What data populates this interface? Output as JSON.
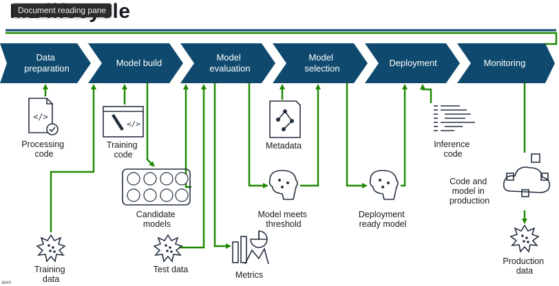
{
  "tooltip": "Document reading pane",
  "title": "ML lifecycle",
  "stages": [
    {
      "line1": "Data",
      "line2": "preparation"
    },
    {
      "line1": "Model build",
      "line2": ""
    },
    {
      "line1": "Model",
      "line2": "evaluation"
    },
    {
      "line1": "Model",
      "line2": "selection"
    },
    {
      "line1": "Deployment",
      "line2": ""
    },
    {
      "line1": "Monitoring",
      "line2": ""
    }
  ],
  "labels": {
    "processing_code": [
      "Processing",
      "code"
    ],
    "training_code": [
      "Training",
      "code"
    ],
    "candidate_models": [
      "Candidate",
      "models"
    ],
    "metadata": [
      "Metadata"
    ],
    "model_meets_threshold": [
      "Model meets",
      "threshold"
    ],
    "deployment_ready_model": [
      "Deployment",
      "ready model"
    ],
    "inference_code": [
      "Inference",
      "code"
    ],
    "code_and_model_in_production": [
      "Code and",
      "model in",
      "production"
    ],
    "training_data": [
      "Training",
      "data"
    ],
    "test_data": [
      "Test data"
    ],
    "metrics": [
      "Metrics"
    ],
    "production_data": [
      "Production",
      "data"
    ]
  },
  "corner_text": "aws",
  "colors": {
    "stage_fill": "#0f4a6e",
    "arrow": "#1e8900",
    "text": "#16191f"
  }
}
